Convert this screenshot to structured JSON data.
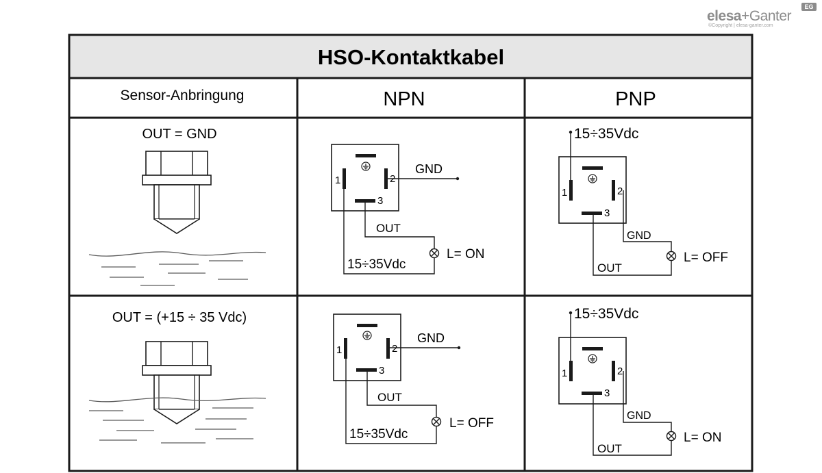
{
  "brand": {
    "logo_left": "elesa",
    "logo_plus": "+",
    "logo_right": "Ganter",
    "badge": "EG",
    "copyright": "©Copyright | elesa-ganter.com"
  },
  "table": {
    "title": "HSO-Kontaktkabel",
    "headers": [
      "Sensor-Anbringung",
      "NPN",
      "PNP"
    ]
  },
  "rows": [
    {
      "condition": "OUT = GND"
    },
    {
      "condition": "OUT = (+15 ÷ 35 Vdc)"
    }
  ],
  "npn": [
    {
      "gnd": "GND",
      "out": "OUT",
      "supply": "15÷35Vdc",
      "lamp": "L= ON",
      "pin1": "1",
      "pin2": "2",
      "pin3": "3"
    },
    {
      "gnd": "GND",
      "out": "OUT",
      "supply": "15÷35Vdc",
      "lamp": "L= OFF",
      "pin1": "1",
      "pin2": "2",
      "pin3": "3"
    }
  ],
  "pnp": [
    {
      "supply": "15÷35Vdc",
      "gnd": "GND",
      "out": "OUT",
      "lamp": "L= OFF",
      "pin1": "1",
      "pin2": "2",
      "pin3": "3"
    },
    {
      "supply": "15÷35Vdc",
      "gnd": "GND",
      "out": "OUT",
      "lamp": "L= ON",
      "pin1": "1",
      "pin2": "2",
      "pin3": "3"
    }
  ]
}
